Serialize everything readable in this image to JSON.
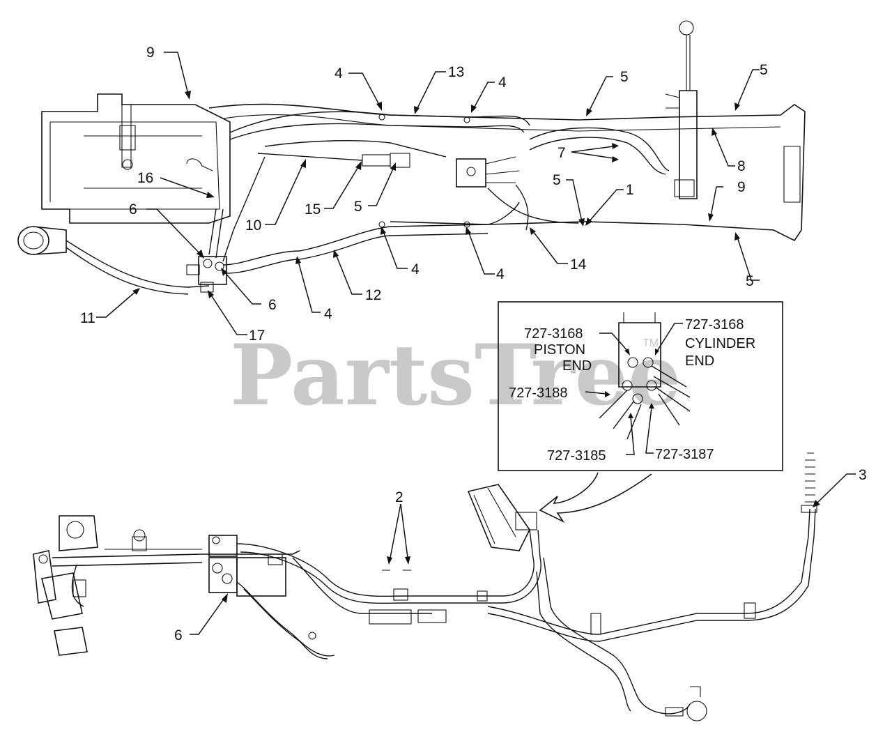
{
  "watermark": {
    "text": "PartsTree",
    "tm": "TM"
  },
  "callouts": [
    {
      "id": "c9a",
      "label": "9"
    },
    {
      "id": "c4a",
      "label": "4"
    },
    {
      "id": "c13",
      "label": "13"
    },
    {
      "id": "c4b",
      "label": "4"
    },
    {
      "id": "c5a",
      "label": "5"
    },
    {
      "id": "c5b",
      "label": "5"
    },
    {
      "id": "c7",
      "label": "7"
    },
    {
      "id": "c8",
      "label": "8"
    },
    {
      "id": "c9b",
      "label": "9"
    },
    {
      "id": "c5c",
      "label": "5"
    },
    {
      "id": "c1",
      "label": "1"
    },
    {
      "id": "c16",
      "label": "16"
    },
    {
      "id": "c6a",
      "label": "6"
    },
    {
      "id": "c10",
      "label": "10"
    },
    {
      "id": "c15",
      "label": "15"
    },
    {
      "id": "c5d",
      "label": "5"
    },
    {
      "id": "c14",
      "label": "14"
    },
    {
      "id": "c4c",
      "label": "4"
    },
    {
      "id": "c4d",
      "label": "4"
    },
    {
      "id": "c5e",
      "label": "5"
    },
    {
      "id": "c12",
      "label": "12"
    },
    {
      "id": "c4e",
      "label": "4"
    },
    {
      "id": "c6b",
      "label": "6"
    },
    {
      "id": "c11",
      "label": "11"
    },
    {
      "id": "c17",
      "label": "17"
    },
    {
      "id": "c2",
      "label": "2"
    },
    {
      "id": "c3",
      "label": "3"
    },
    {
      "id": "c6c",
      "label": "6"
    }
  ],
  "inset": {
    "piston_part": "727-3168",
    "piston_line1": "PISTON",
    "piston_line2": "END",
    "cylinder_part": "727-3168",
    "cylinder_line1": "CYLINDER",
    "cylinder_line2": "END",
    "part_3188": "727-3188",
    "part_3185": "727-3185",
    "part_3187": "727-3187"
  }
}
